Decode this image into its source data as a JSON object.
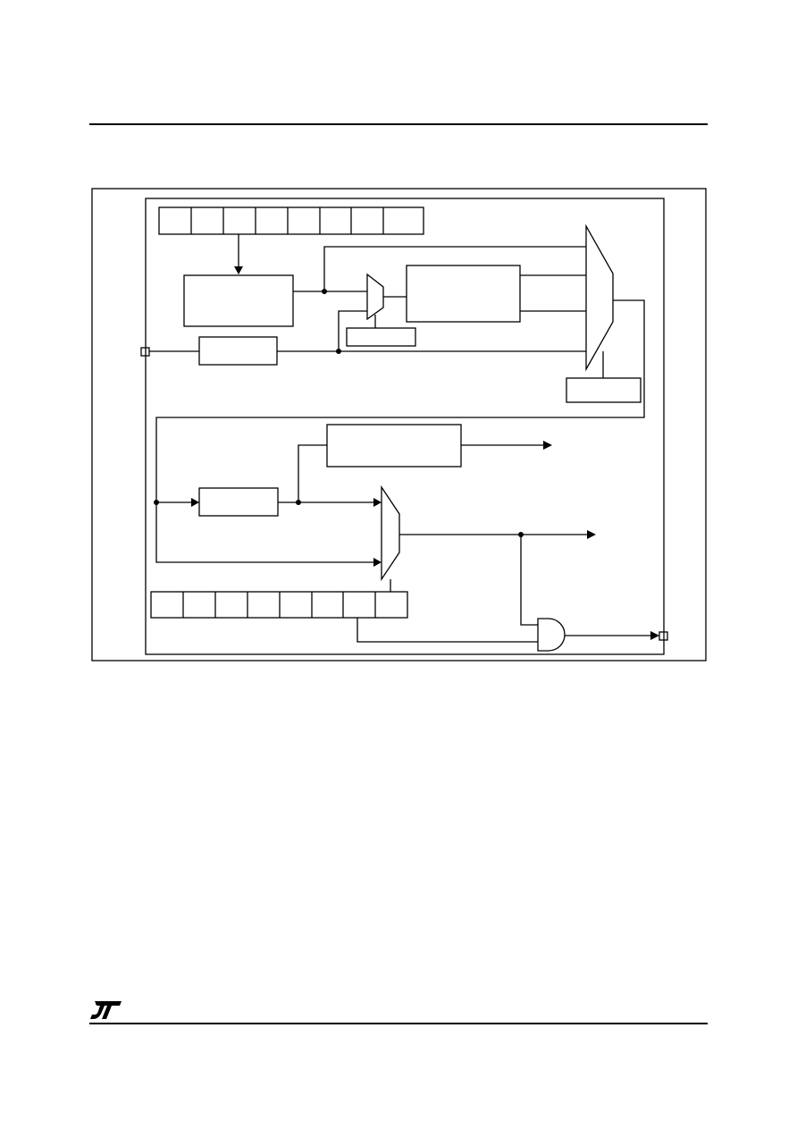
{
  "page": {
    "logo_icon": "st-logo-icon",
    "logo_text": "ST"
  },
  "diagram": {
    "top_register_cells": 8,
    "bottom_register_cells": 8
  }
}
